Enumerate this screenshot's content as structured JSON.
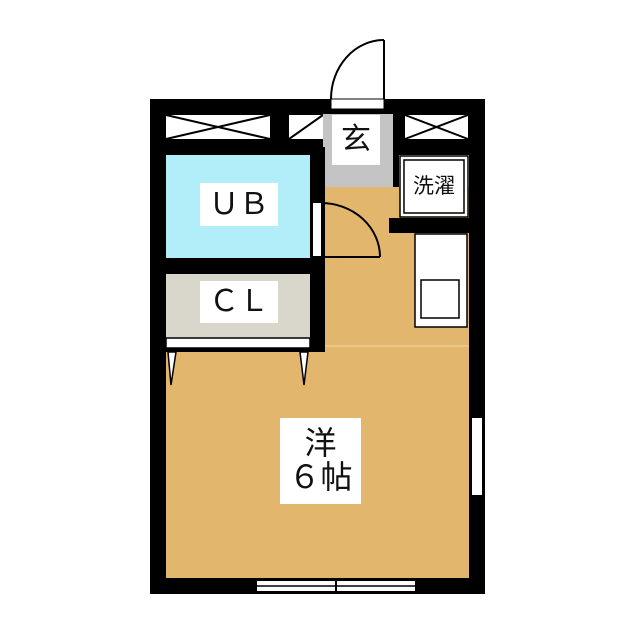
{
  "rooms": {
    "entrance": {
      "label": "玄",
      "color": "#c4c4c4"
    },
    "unit_bath": {
      "label": "ＵＢ",
      "color": "#b2eefa"
    },
    "closet": {
      "label": "ＣＬ",
      "color": "#d9d6cb"
    },
    "laundry": {
      "label": "洗濯"
    },
    "western_room": {
      "label_line1": "洋",
      "label_line2": "６帖",
      "color": "#e3b66d"
    }
  },
  "colors": {
    "wall": "#000000",
    "window": "#ffffff"
  }
}
